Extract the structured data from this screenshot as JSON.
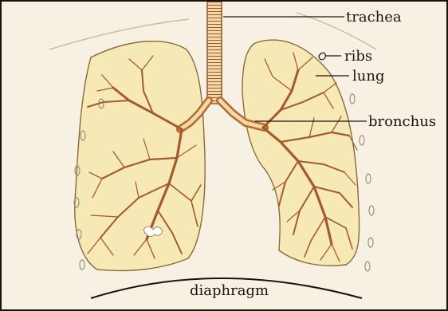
{
  "labels": {
    "trachea": "trachea",
    "ribs": "ribs",
    "lung": "lung",
    "bronchus": "bronchus",
    "diaphragm": "diaphragm"
  },
  "colors": {
    "paper": "#f6f1e3",
    "lung_fill": "#f7e9b6",
    "airway": "#a45a2b",
    "airway_light": "#d9a46a",
    "outline": "#1a1410"
  },
  "icons": {
    "ribs": "rib-cross-section-icon"
  }
}
